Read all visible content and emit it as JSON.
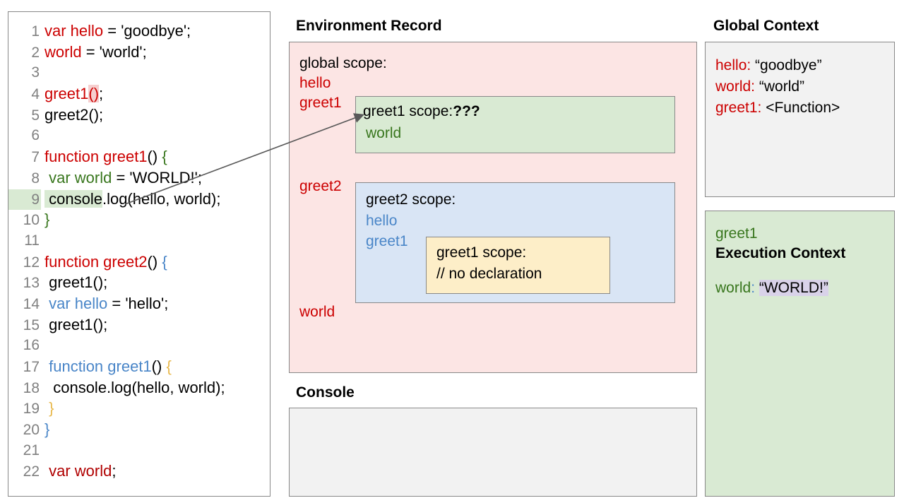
{
  "code_panel": {
    "lines": [
      {
        "num": "1",
        "num_hl": false,
        "segs": [
          {
            "t": "var hello",
            "c": "red"
          },
          {
            "t": " = 'goodbye';",
            "c": "black"
          }
        ]
      },
      {
        "num": "2",
        "num_hl": false,
        "segs": [
          {
            "t": "world",
            "c": "red"
          },
          {
            "t": " = 'world';",
            "c": "black"
          }
        ]
      },
      {
        "num": "3",
        "num_hl": false,
        "segs": []
      },
      {
        "num": "4",
        "num_hl": false,
        "segs": [
          {
            "t": "greet1",
            "c": "red"
          },
          {
            "t": "()",
            "c": "red",
            "hl": "pink"
          },
          {
            "t": ";",
            "c": "black"
          }
        ]
      },
      {
        "num": "5",
        "num_hl": false,
        "segs": [
          {
            "t": "greet2();",
            "c": "black"
          }
        ]
      },
      {
        "num": "6",
        "num_hl": false,
        "segs": []
      },
      {
        "num": "7",
        "num_hl": false,
        "segs": [
          {
            "t": "function greet1",
            "c": "red"
          },
          {
            "t": "()",
            "c": "black"
          },
          {
            "t": " {",
            "c": "green"
          }
        ]
      },
      {
        "num": "8",
        "num_hl": false,
        "segs": [
          {
            "t": " var world",
            "c": "green"
          },
          {
            "t": " = 'WORLD!';",
            "c": "black"
          }
        ]
      },
      {
        "num": "9",
        "num_hl": true,
        "segs": [
          {
            "t": " console",
            "c": "black",
            "hl": "green"
          },
          {
            "t": ".log(hello, world);",
            "c": "black"
          }
        ]
      },
      {
        "num": "10",
        "num_hl": false,
        "segs": [
          {
            "t": "}",
            "c": "green"
          }
        ]
      },
      {
        "num": "11",
        "num_hl": false,
        "segs": []
      },
      {
        "num": "12",
        "num_hl": false,
        "segs": [
          {
            "t": "function greet2",
            "c": "red"
          },
          {
            "t": "()",
            "c": "black"
          },
          {
            "t": " {",
            "c": "blue"
          }
        ]
      },
      {
        "num": "13",
        "num_hl": false,
        "segs": [
          {
            "t": " greet1();",
            "c": "black"
          }
        ]
      },
      {
        "num": "14",
        "num_hl": false,
        "segs": [
          {
            "t": " var hello",
            "c": "blue"
          },
          {
            "t": " = 'hello';",
            "c": "black"
          }
        ]
      },
      {
        "num": "15",
        "num_hl": false,
        "segs": [
          {
            "t": " greet1();",
            "c": "black"
          }
        ]
      },
      {
        "num": "16",
        "num_hl": false,
        "segs": []
      },
      {
        "num": "17",
        "num_hl": false,
        "segs": [
          {
            "t": " function greet1",
            "c": "blue"
          },
          {
            "t": "()",
            "c": "black"
          },
          {
            "t": " {",
            "c": "amber"
          }
        ]
      },
      {
        "num": "18",
        "num_hl": false,
        "segs": [
          {
            "t": "  console.log(hello, world);",
            "c": "black"
          }
        ]
      },
      {
        "num": "19",
        "num_hl": false,
        "segs": [
          {
            "t": " }",
            "c": "amber"
          }
        ]
      },
      {
        "num": "20",
        "num_hl": false,
        "segs": [
          {
            "t": "}",
            "c": "blue"
          }
        ]
      },
      {
        "num": "21",
        "num_hl": false,
        "segs": []
      },
      {
        "num": "22",
        "num_hl": false,
        "segs": [
          {
            "t": " var world",
            "c": "red2"
          },
          {
            "t": ";",
            "c": "black"
          }
        ]
      }
    ]
  },
  "environment_record": {
    "title": "Environment Record",
    "global_scope_label": "global scope:",
    "global_vars_top": "hello\ngreet1",
    "greet2_label": "greet2",
    "world_label": "world",
    "greet1_scope": {
      "heading_prefix": "greet1 scope:",
      "heading_suffix": "???",
      "vars": "world"
    },
    "greet2_scope": {
      "heading": "greet2 scope:",
      "vars": "hello\ngreet1",
      "inner": {
        "heading": "greet1 scope:",
        "body": "// no declaration"
      }
    }
  },
  "console": {
    "title": "Console",
    "content": ""
  },
  "global_context": {
    "title": "Global Context",
    "entries": [
      {
        "key": "hello: ",
        "value": "“goodbye”"
      },
      {
        "key": "world: ",
        "value": "“world”"
      },
      {
        "key": "greet1: ",
        "value": "<Function>"
      }
    ]
  },
  "execution_context": {
    "fn_name": "greet1",
    "title": "Execution Context",
    "var_key": "world",
    "var_colon": ": ",
    "var_value": "“WORLD!”"
  },
  "colors": {
    "keyword_red": "#cc0000",
    "scope_green": "#38761d",
    "scope_blue": "#4a86c8",
    "scope_amber": "#e8b84b",
    "env_record_bg": "#fce5e4",
    "greet1_scope_bg": "#d9ead3",
    "greet2_scope_bg": "#d9e5f5",
    "inner_scope_bg": "#fdeec8",
    "panel_gray_bg": "#f2f2f2",
    "border_gray": "#888888",
    "highlight_lavender": "#d9d2e9",
    "highlight_pink": "#f6cfcf"
  }
}
